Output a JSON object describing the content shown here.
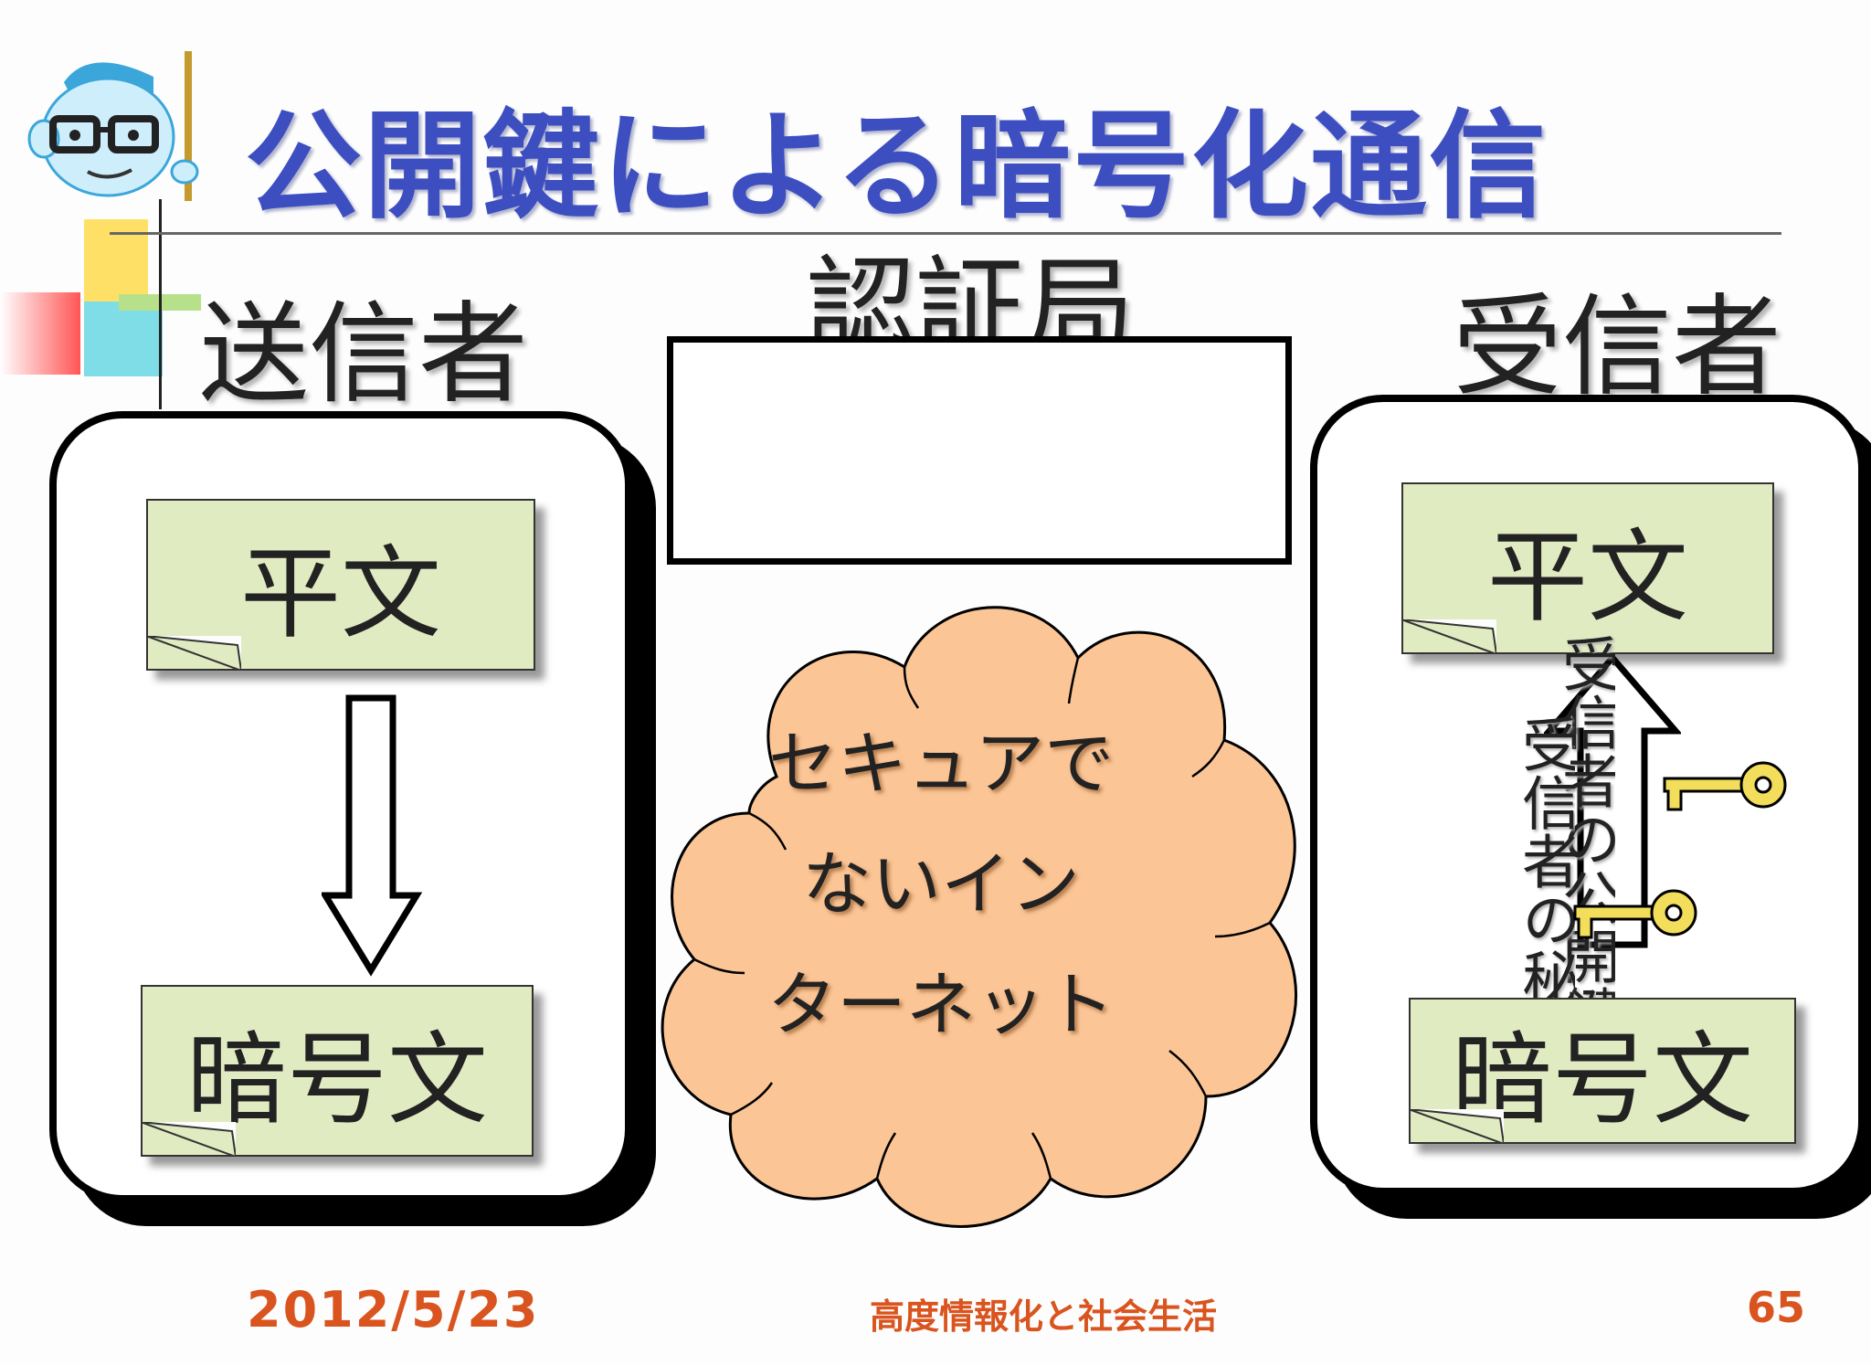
{
  "title": "公開鍵による暗号化通信",
  "sender": {
    "label": "送信者",
    "plaintext": "平文",
    "ciphertext": "暗号文"
  },
  "certificate_authority": {
    "label": "認証局"
  },
  "internet": {
    "label_line1": "セキュアで",
    "label_line2": "ないイン",
    "label_line3": "ターネット"
  },
  "receiver": {
    "label": "受信者",
    "plaintext": "平文",
    "ciphertext": "暗号文",
    "public_key_label": "受信者の公開鍵",
    "private_key_label": "受信者の秘"
  },
  "footer": {
    "date": "2012/5/23",
    "course": "高度情報化と社会生活",
    "page": "65"
  },
  "colors": {
    "title": "#3d4fc0",
    "note_fill": "#e1ebc2",
    "cloud_fill": "#fbc596",
    "footer": "#d9541e",
    "key": "#f2de5a"
  }
}
